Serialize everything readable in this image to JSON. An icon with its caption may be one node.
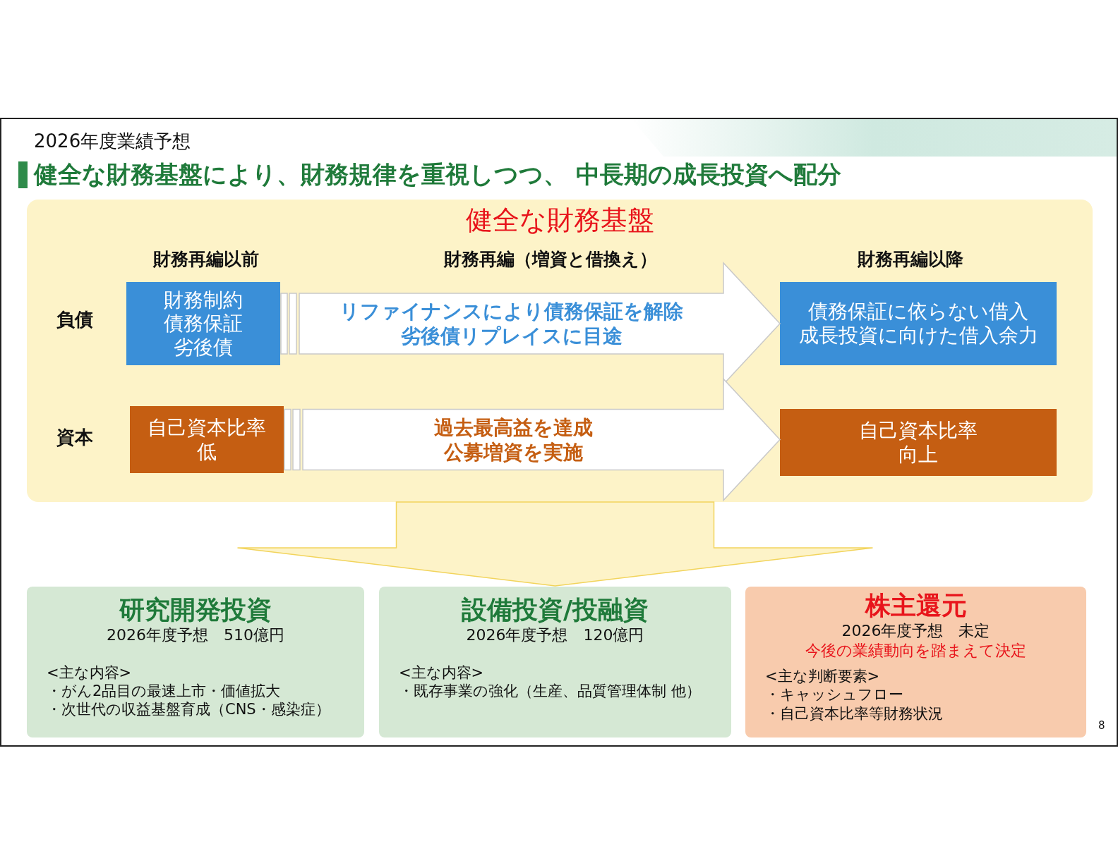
{
  "diagram": {
    "title": "健全な財務基盤により、財務規律を重視しつつ、 中長期の成長投資へ配分",
    "nodes": [
      {
        "text": [
          "健全な財務基盤"
        ]
      },
      {
        "text": [
          "財務制約",
          "債務保証",
          "劣後債"
        ],
        "in": 0
      },
      {
        "text": [
          "債務保証に依らない借入",
          "成長投資に向けた借入余力"
        ],
        "in": 0
      },
      {
        "text": [
          "自己資本比率低"
        ],
        "in": 0
      },
      {
        "text": [
          "自己資本比率向上"
        ],
        "in": 0
      },
      {
        "text": [
          "研究開発投資",
          "2026年度予想　510億円",
          "<主な内容>",
          "・がん2品目の最速上市・価値拡大",
          "・次世代の収益基盤育成（CNS・感染症）"
        ]
      },
      {
        "text": [
          "設備投資/投融資",
          "2026年度予想　120億円",
          "<主な内容>",
          "・既存事業の強化（生産、品質管理体制 他）"
        ]
      },
      {
        "text": [
          "株主還元",
          "2026年度予想　未定",
          "今後の業績動向を踏まえて決定",
          "<主な判断要素>",
          "・キャッシュフロー",
          "・自己資本比率等財務状況"
        ]
      }
    ],
    "edges": [
      {
        "from": 1,
        "to": 2,
        "arrow": "to",
        "label": "リファイナンスにより債務保証を解除劣後債リプレイスに目途"
      },
      {
        "from": 3,
        "to": 4,
        "arrow": "to",
        "label": "過去最高益を達成公募増資を実施"
      },
      {
        "from": 0,
        "to": 6,
        "arrow": "to"
      }
    ],
    "labels": [
      "2026年度業績予想",
      "財務再編以前",
      "財務再編（増資と借換え）",
      "財務再編以降",
      "負債",
      "資本",
      "8"
    ]
  }
}
